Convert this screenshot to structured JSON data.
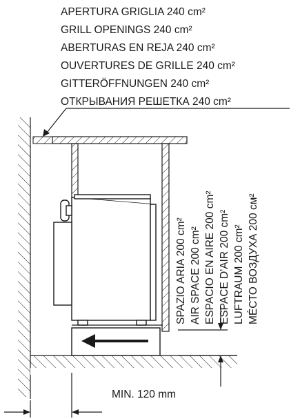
{
  "grill_labels": [
    "APERTURA GRIGLIA 240 cm²",
    "GRILL OPENINGS 240 cm²",
    "ABERTURAS EN REJA 240 cm²",
    "OUVERTURES DE GRILLE 240 cm²",
    "GITTERÖFFNUNGEN 240 cm²",
    "ОТКРЫВАНИЯ РЕШЕТКА 240 cm²"
  ],
  "air_labels": [
    "SPAZIO ARIA 200 cm²",
    "AIR SPACE 200 cm²",
    "ESPACIO EN AIRE 200 cm²",
    "ESPACE D'AIR 200 cm²",
    "LUFTRAUM 200 cm²",
    "MÉСТО ВОЗДУХА 200 см²"
  ],
  "min_distance_label": "MIN. 120 mm"
}
